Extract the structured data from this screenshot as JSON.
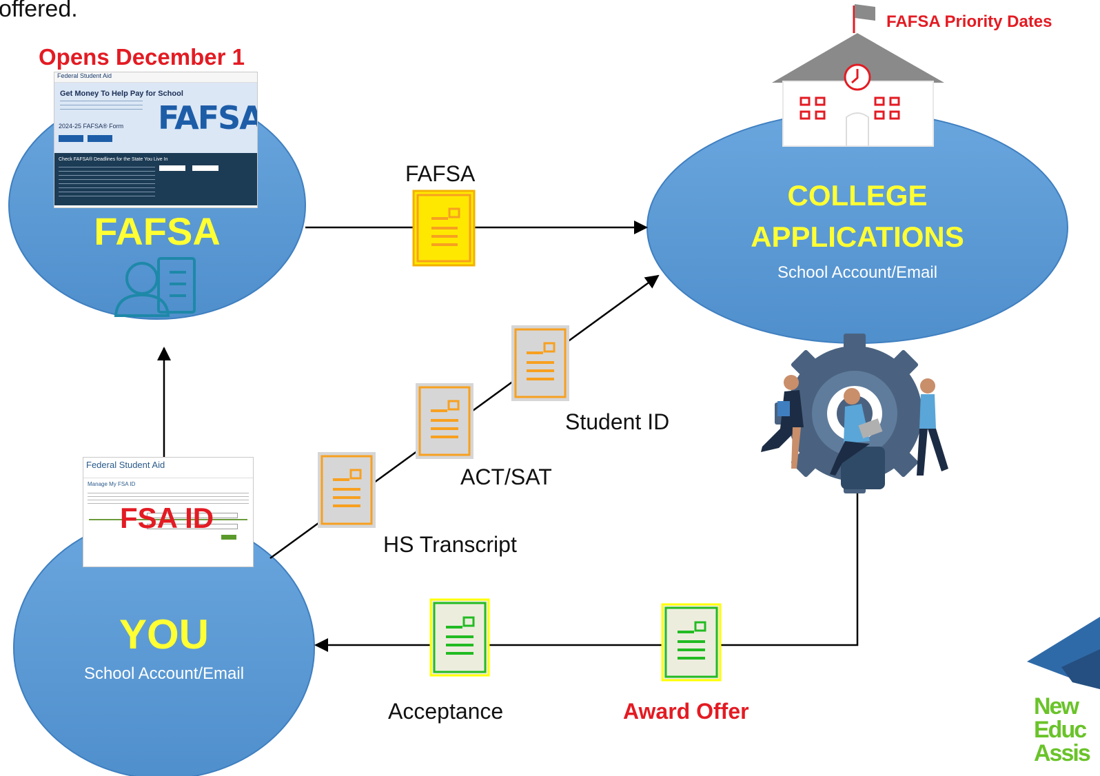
{
  "header_fragment": "offered.",
  "fafsa_node": {
    "opens_label": "Opens December 1",
    "title": "FAFSA",
    "screenshot": {
      "site_name": "Federal Student Aid",
      "hero_title": "Get Money To Help Pay for School",
      "form_title": "2024-25 FAFSA® Form",
      "logo_text": "FAFSA",
      "deadlines_title": "Check FAFSA® Deadlines for the State You Live In"
    }
  },
  "college_node": {
    "priority_label": "FAFSA Priority Dates",
    "title_line1": "COLLEGE",
    "title_line2": "APPLICATIONS",
    "subtitle": "School Account/Email"
  },
  "you_node": {
    "fsa_label": "FSA ID",
    "screenshot": {
      "site_name": "Federal Student Aid",
      "page_title": "Manage My FSA ID"
    },
    "title": "YOU",
    "subtitle": "School Account/Email"
  },
  "documents": {
    "fafsa": "FAFSA",
    "student_id": "Student ID",
    "act_sat": "ACT/SAT",
    "hs_transcript": "HS Transcript",
    "acceptance": "Acceptance",
    "award_offer": "Award Offer"
  },
  "logo": {
    "line1": "New",
    "line2": "Educ",
    "line3": "Assis"
  },
  "colors": {
    "ellipse": "#5b9bd5",
    "ellipse_title": "#ffff33",
    "accent_red": "#e31b23",
    "doc_orange": "#f7a020",
    "doc_gray_bg": "#d6d6d6",
    "doc_yellow_bg": "#ffe800",
    "doc_green": "#22bb22",
    "icon_teal": "#1e88a8",
    "gear": "#4a6280"
  }
}
